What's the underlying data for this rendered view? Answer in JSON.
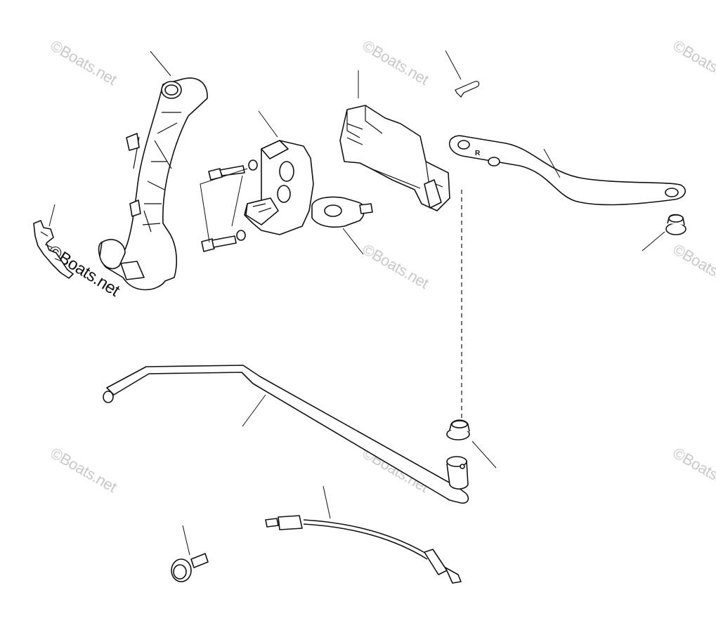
{
  "watermark": {
    "text": "©Boats.net",
    "prominent_text": "©Boats.net"
  },
  "part_markings": {
    "shift_lever_mark": "R"
  },
  "colors": {
    "line": "#111111",
    "watermark": "#c9c9c9",
    "background": "#ffffff"
  }
}
